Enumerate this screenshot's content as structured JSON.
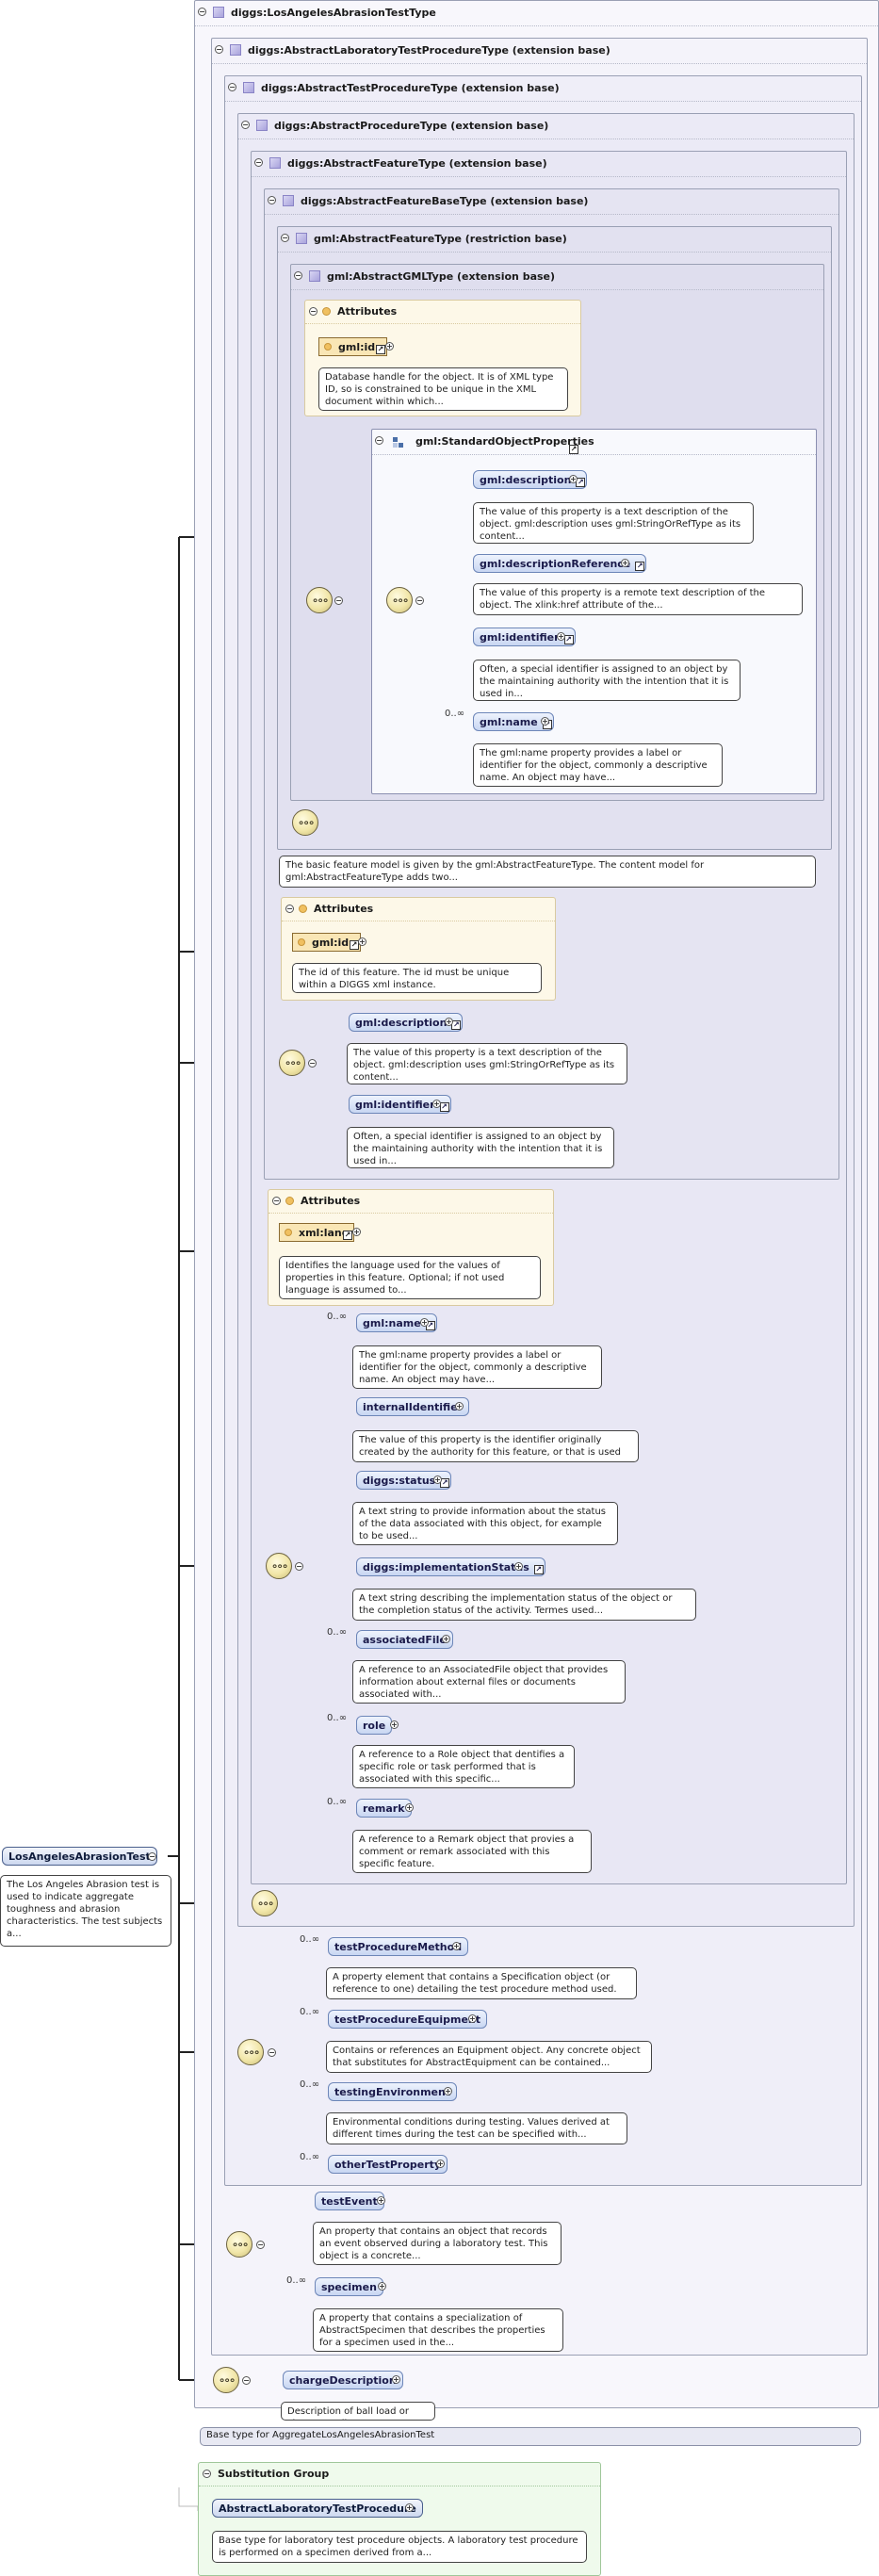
{
  "root": {
    "name": "LosAngelesAbrasionTest",
    "doc": "The Los Angeles Abrasion test is used to indicate aggregate toughness and abrasion characteristics. The test subjects a..."
  },
  "types": {
    "t1": "diggs:LosAngelesAbrasionTestType",
    "t2": "diggs:AbstractLaboratoryTestProcedureType (extension base)",
    "t3": "diggs:AbstractTestProcedureType (extension base)",
    "t4": "diggs:AbstractProcedureType (extension base)",
    "t5": "diggs:AbstractFeatureType (extension base)",
    "t6": "diggs:AbstractFeatureBaseType (extension base)",
    "t7": "gml:AbstractFeatureType (restriction base)",
    "t8": "gml:AbstractGMLType (extension base)"
  },
  "gml_type": {
    "attributes_label": "Attributes",
    "id_name": "gml:id",
    "id_doc": "Database handle for the object. It is of XML type ID, so is constrained to be unique in the XML document within which...",
    "group_name": "gml:StandardObjectProperties",
    "items": [
      {
        "name": "gml:description",
        "doc": "The value of this property is a text description of the object. gml:description uses gml:StringOrRefType as its content..."
      },
      {
        "name": "gml:descriptionReference",
        "doc": "The value of this property is a remote text description of the object. The xlink:href attribute of the..."
      },
      {
        "name": "gml:identifier",
        "doc": "Often, a special identifier is assigned to an object by the maintaining authority with the intention that it is used in..."
      },
      {
        "name": "gml:name",
        "mult": "0..∞",
        "doc": "The gml:name property provides a label or identifier for the object, commonly a descriptive name. An object may have..."
      }
    ]
  },
  "gml_feature_doc": "The basic feature model is given by the gml:AbstractFeatureType. The content model for gml:AbstractFeatureType adds two...",
  "feature_base": {
    "attributes_label": "Attributes",
    "id_name": "gml:id",
    "id_doc": "The id of this feature. The id must be unique within a DIGGS xml instance.",
    "items": [
      {
        "name": "gml:description",
        "doc": "The value of this property is a text description of the object. gml:description uses gml:StringOrRefType as its content..."
      },
      {
        "name": "gml:identifier",
        "doc": "Often, a special identifier is assigned to an object by the maintaining authority with the intention that it is used in..."
      }
    ]
  },
  "feature": {
    "attributes_label": "Attributes",
    "lang_name": "xml:lang",
    "lang_doc": "Identifies the language used for the values of properties in this feature. Optional; if not used language is assumed to...",
    "items": [
      {
        "name": "gml:name",
        "mult": "0..∞",
        "doc": "The gml:name property provides a label or identifier for the object, commonly a descriptive name. An object may have..."
      },
      {
        "name": "internalIdentifier",
        "doc": "The value of this property is the identifier originally created by the authority for this feature, or that is used as..."
      },
      {
        "name": "diggs:status",
        "doc": "A text string to provide information about the status of the data associated with this object, for example to be used..."
      },
      {
        "name": "diggs:implementationStatus",
        "doc": "A text string describing the implementation status of the object or the completion status of the activity. Termes used..."
      },
      {
        "name": "associatedFile",
        "mult": "0..∞",
        "doc": "A reference to an AssociatedFile object that provides information about external files or documents associated with..."
      },
      {
        "name": "role",
        "mult": "0..∞",
        "doc": "A reference to a Role object that dentifies a specific role or task performed that is associated with this specific..."
      },
      {
        "name": "remark",
        "mult": "0..∞",
        "doc": "A reference to a Remark object that provies a comment or remark associated with this specific feature."
      }
    ]
  },
  "test_procedure": {
    "items": [
      {
        "name": "testProcedureMethod",
        "mult": "0..∞",
        "doc": "A property element that contains a Specification object (or reference to one) detailing the test procedure method used."
      },
      {
        "name": "testProcedureEquipment",
        "mult": "0..∞",
        "doc": "Contains or references an Equipment object. Any concrete object that substitutes for AbstractEquipment can be contained..."
      },
      {
        "name": "testingEnvironment",
        "mult": "0..∞",
        "doc": "Environmental conditions during testing. Values derived at different times during the test can be specified with..."
      },
      {
        "name": "otherTestProperty",
        "mult": "0..∞",
        "doc": ""
      }
    ]
  },
  "lab_procedure": {
    "items": [
      {
        "name": "testEvent",
        "doc": "An property that contains an object that records an event observed during a laboratory test. This object is a concrete..."
      },
      {
        "name": "specimen",
        "mult": "0..∞",
        "doc": "A property that contains a specialization of AbstractSpecimen that describes the properties for a specimen used in the..."
      }
    ]
  },
  "abrasion": {
    "items": [
      {
        "name": "chargeDescription",
        "doc": "Description of ball load or charge grading."
      }
    ]
  },
  "base_type_note": "Base type for AggregateLosAngelesAbrasionTest",
  "substitution": {
    "label": "Substitution Group",
    "name": "AbstractLaboratoryTestProcedure",
    "doc": "Base type for laboratory test procedure objects. A laboratory test procedure is performed on a specimen derived from a..."
  },
  "colors": {
    "type_bg_outer": "#f4f3fa",
    "type_bg_inner": "#e9e8f4",
    "element_border": "#6d86b8",
    "attribute_bg": "#fdf8e8",
    "substitution_bg": "#effaec"
  }
}
